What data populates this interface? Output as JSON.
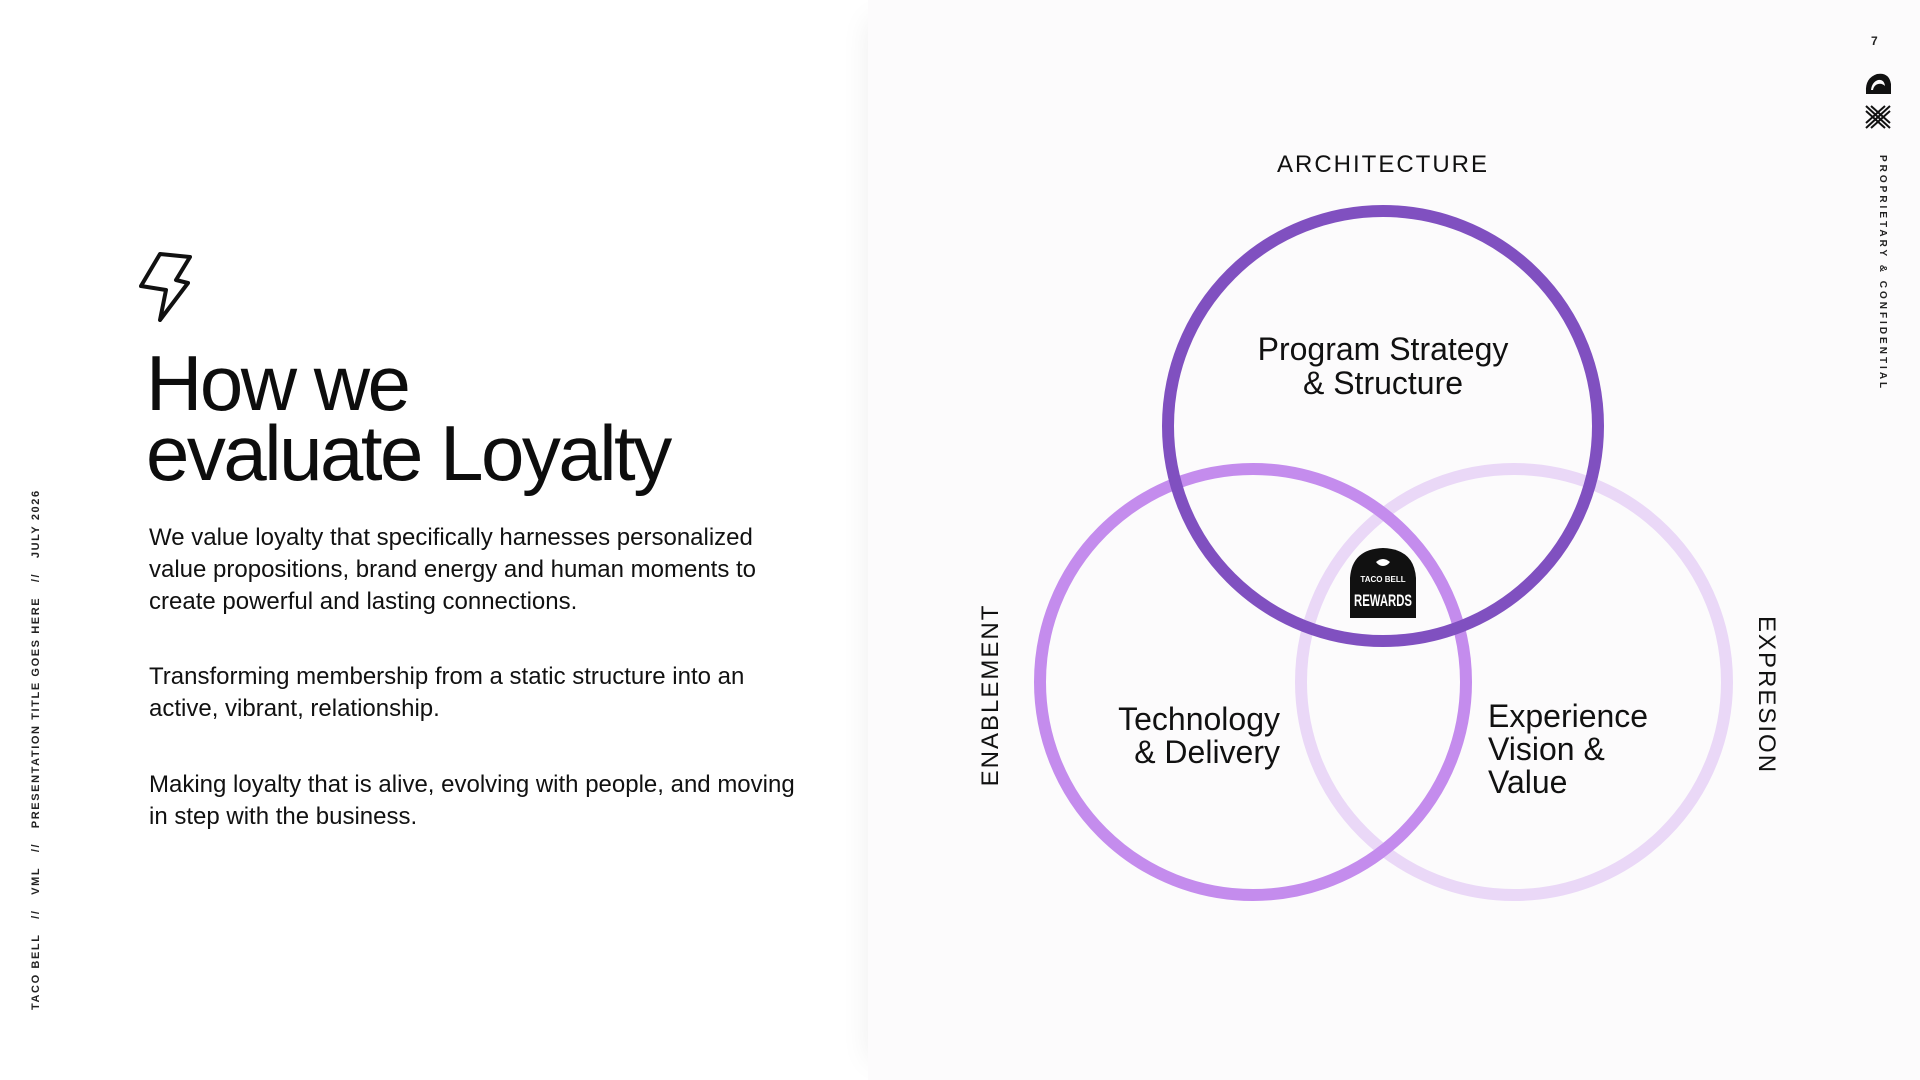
{
  "meta": {
    "page_number": "7",
    "side_left": [
      "TACO BELL",
      "//",
      "VML",
      "//",
      "PRESENTATION TITLE GOES HERE",
      "//",
      "JULY 2026"
    ],
    "side_right": "PROPRIETARY  &  CONFIDENTIAL"
  },
  "content": {
    "title_line1": "How we",
    "title_line2": "evaluate Loyalty",
    "paragraph1": "We value loyalty that specifically harnesses personalized value propositions, brand energy and human moments to create powerful and lasting connections.",
    "paragraph2": "Transforming membership from a static structure into an active, vibrant, relationship.",
    "paragraph3": "Making loyalty that is alive, evolving with people, and moving in step with the business."
  },
  "diagram": {
    "labels": {
      "top": "ARCHITECTURE",
      "left": "ENABLEMENT",
      "right": "EXPRESION"
    },
    "circles": {
      "top": {
        "line1": "Program Strategy",
        "line2": "& Structure",
        "color": "#8050c0"
      },
      "left": {
        "line1": "Technology",
        "line2": "& Delivery",
        "color": "#c48ced"
      },
      "right": {
        "line1": "Experience",
        "line2": "Vision &",
        "line3": "Value",
        "color": "#ead8f7"
      }
    },
    "center_badge": {
      "small_text": "TACO BELL",
      "big_text": "REWARDS"
    }
  },
  "icons": {
    "bolt": "lightning-bolt-icon",
    "bell": "taco-bell-logo-icon",
    "x": "vml-x-logo-icon"
  }
}
